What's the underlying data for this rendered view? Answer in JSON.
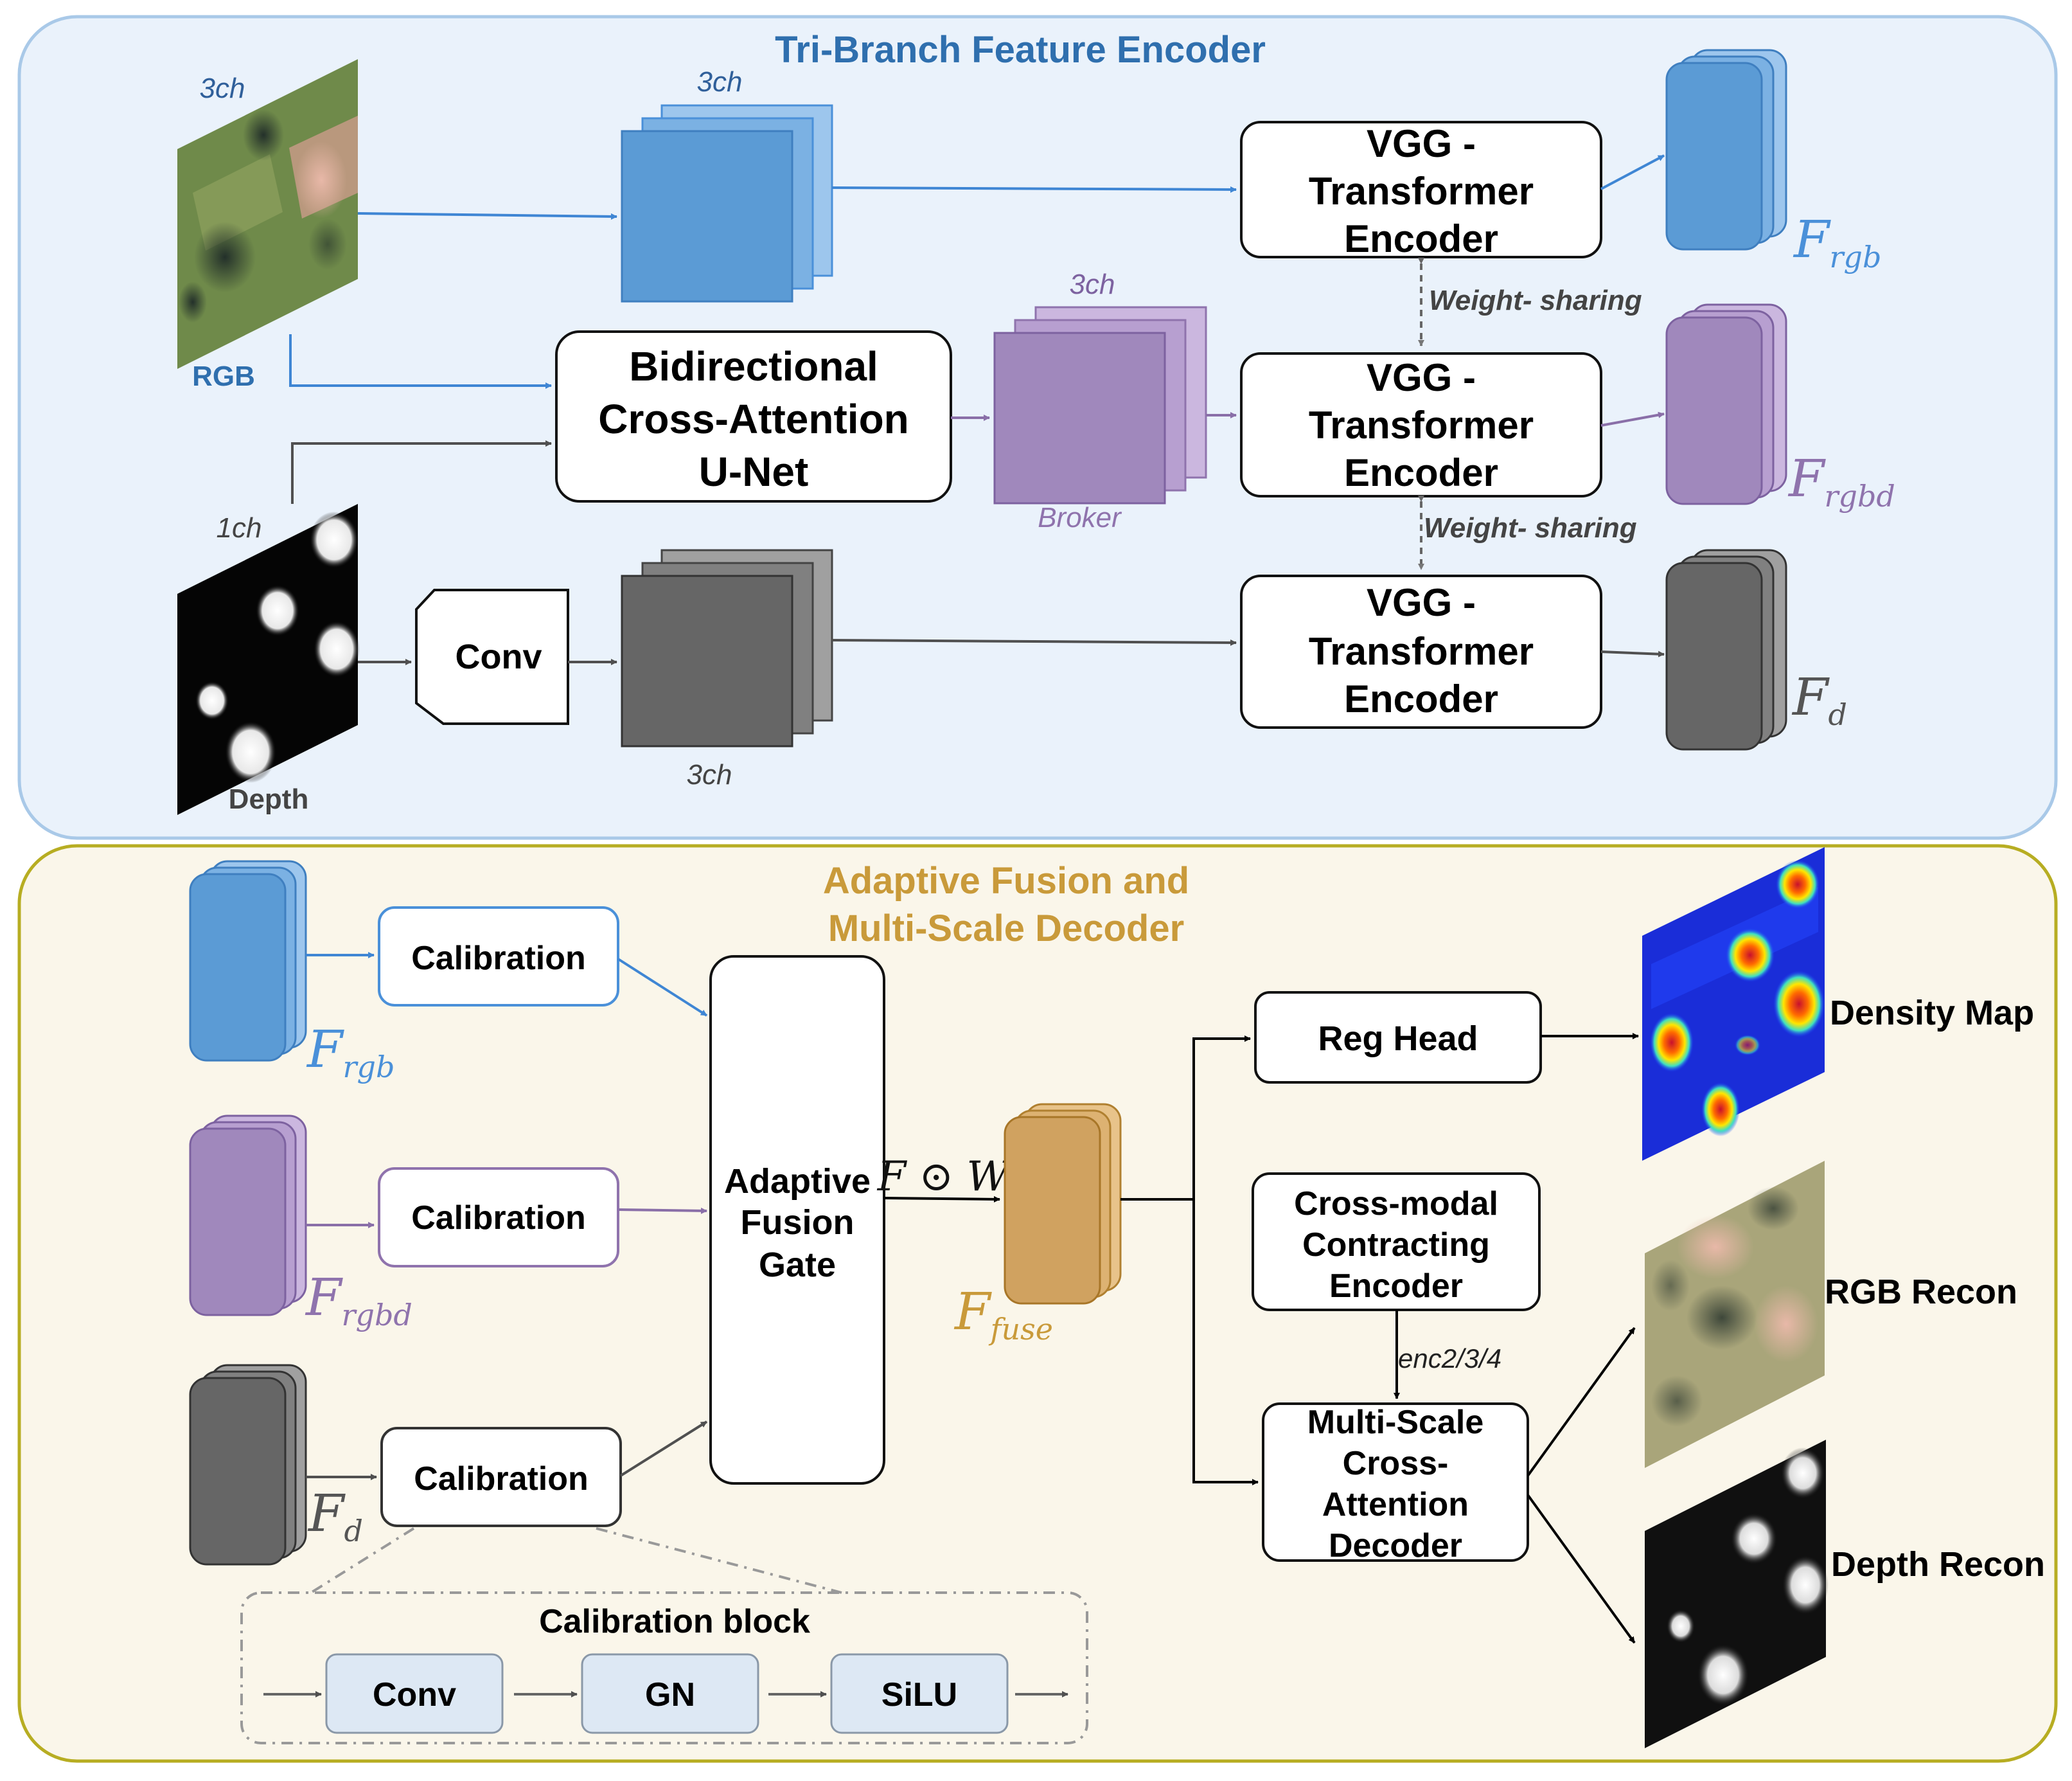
{
  "encoder": {
    "title": "Tri-Branch Feature Encoder",
    "rgb_channels": "3ch",
    "rgb_label": "RGB",
    "rgb_stack_channels": "3ch",
    "depth_channels": "1ch",
    "depth_label": "Depth",
    "broker_channels": "3ch",
    "broker_label": "Broker",
    "depth_stack_channels": "3ch",
    "bcau_line1": "Bidirectional",
    "bcau_line2": "Cross-Attention",
    "bcau_line3": "U-Net",
    "conv_label": "Conv",
    "vgg_line1": "VGG -",
    "vgg_line2": "Transformer",
    "vgg_line3": "Encoder",
    "weight_sharing": "Weight- sharing",
    "out_rgb_main": "F",
    "out_rgb_sub": "rgb",
    "out_rgbd_main": "F",
    "out_rgbd_sub": "rgbd",
    "out_d_main": "F",
    "out_d_sub": "d"
  },
  "decoder": {
    "title_line1": "Adaptive Fusion and",
    "title_line2": "Multi-Scale Decoder",
    "calibration": "Calibration",
    "afg_line1": "Adaptive",
    "afg_line2": "Fusion",
    "afg_line3": "Gate",
    "fw_label": "F ⊙ W",
    "fuse_main": "F",
    "fuse_sub": "fuse",
    "reg_head": "Reg Head",
    "cce_line1": "Cross-modal",
    "cce_line2": "Contracting",
    "cce_line3": "Encoder",
    "enc_label": "enc2/3/4",
    "msd_line1": "Multi-Scale",
    "msd_line2": "Cross-",
    "msd_line3": "Attention",
    "msd_line4": "Decoder",
    "density_map": "Density Map",
    "rgb_recon": "RGB Recon",
    "depth_recon": "Depth Recon",
    "calib_block_title": "Calibration block",
    "calib_conv": "Conv",
    "calib_gn": "GN",
    "calib_silu": "SiLU"
  },
  "colors": {
    "blue": "#4a90d9",
    "purple": "#8f73ad",
    "gray": "#555555",
    "gold": "#c99a3a",
    "encoder_bg": "#eaf2fb",
    "decoder_bg": "#faf6ea"
  }
}
